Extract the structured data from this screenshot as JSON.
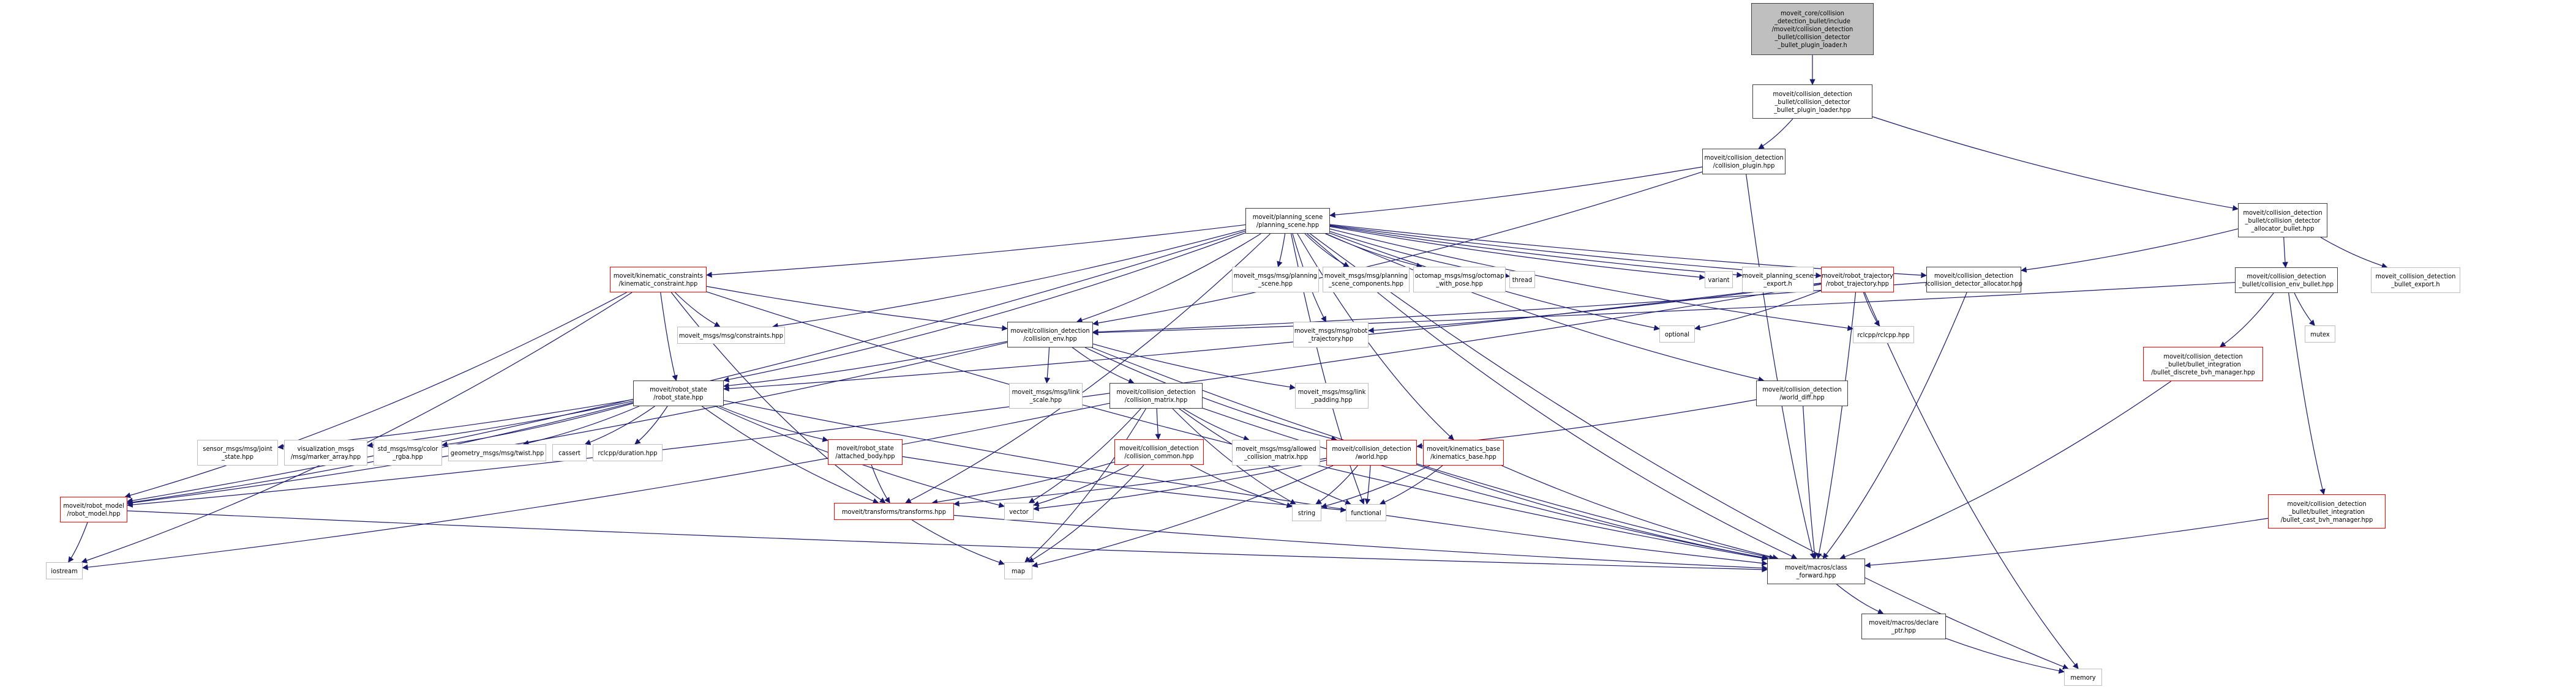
{
  "title": "moveit_core/collision_detection_bullet/include/moveit/collision_detection_bullet/collision_detector_bullet_plugin_loader.h include dependency graph",
  "colors": {
    "edge": "#191970",
    "normal_border": "#404040",
    "external_border": "#bfbfbf",
    "incomplete_border": "#ff0000",
    "root_fill": "#bfbfbf"
  },
  "nodes": [
    {
      "id": "root",
      "label": "moveit_core/collision\n_detection_bullet/include\n/moveit/collision_detection\n_bullet/collision_detector\n_bullet_plugin_loader.h",
      "kind": "root"
    },
    {
      "id": "loader_hpp",
      "label": "moveit/collision_detection\n_bullet/collision_detector\n_bullet_plugin_loader.hpp",
      "kind": "normal"
    },
    {
      "id": "collision_plugin",
      "label": "moveit/collision_detection\n/collision_plugin.hpp",
      "kind": "normal"
    },
    {
      "id": "alloc_bullet",
      "label": "moveit/collision_detection\n_bullet/collision_detector\n_allocator_bullet.hpp",
      "kind": "normal"
    },
    {
      "id": "planning_scene",
      "label": "moveit/planning_scene\n/planning_scene.hpp",
      "kind": "normal"
    },
    {
      "id": "kinematic_constraint",
      "label": "moveit/kinematic_constraints\n/kinematic_constraint.hpp",
      "kind": "red"
    },
    {
      "id": "msg_planning_scene",
      "label": "moveit_msgs/msg/planning\n_scene.hpp",
      "kind": "ext"
    },
    {
      "id": "msg_ps_components",
      "label": "moveit_msgs/msg/planning\n_scene_components.hpp",
      "kind": "ext"
    },
    {
      "id": "octomap",
      "label": "octomap_msgs/msg/octomap\n_with_pose.hpp",
      "kind": "ext"
    },
    {
      "id": "thread",
      "label": "thread",
      "kind": "ext"
    },
    {
      "id": "variant",
      "label": "variant",
      "kind": "ext"
    },
    {
      "id": "ps_export",
      "label": "moveit_planning_scene\n_export.h",
      "kind": "ext"
    },
    {
      "id": "robot_trajectory",
      "label": "moveit/robot_trajectory\n/robot_trajectory.hpp",
      "kind": "red"
    },
    {
      "id": "detector_allocator",
      "label": "moveit/collision_detection\n/collision_detector_allocator.hpp",
      "kind": "normal"
    },
    {
      "id": "env_bullet",
      "label": "moveit/collision_detection\n_bullet/collision_env_bullet.hpp",
      "kind": "normal"
    },
    {
      "id": "bullet_export",
      "label": "moveit_collision_detection\n_bullet_export.h",
      "kind": "ext"
    },
    {
      "id": "mutex",
      "label": "mutex",
      "kind": "ext"
    },
    {
      "id": "constraints",
      "label": "moveit_msgs/msg/constraints.hpp",
      "kind": "ext"
    },
    {
      "id": "collision_env",
      "label": "moveit/collision_detection\n/collision_env.hpp",
      "kind": "normal"
    },
    {
      "id": "msg_robot_traj",
      "label": "moveit_msgs/msg/robot\n_trajectory.hpp",
      "kind": "ext"
    },
    {
      "id": "optional",
      "label": "optional",
      "kind": "ext"
    },
    {
      "id": "rclcpp",
      "label": "rclcpp/rclcpp.hpp",
      "kind": "ext"
    },
    {
      "id": "robot_state",
      "label": "moveit/robot_state\n/robot_state.hpp",
      "kind": "normal"
    },
    {
      "id": "link_scale",
      "label": "moveit_msgs/msg/link\n_scale.hpp",
      "kind": "ext"
    },
    {
      "id": "collision_matrix",
      "label": "moveit/collision_detection\n/collision_matrix.hpp",
      "kind": "normal"
    },
    {
      "id": "link_padding",
      "label": "moveit_msgs/msg/link\n_padding.hpp",
      "kind": "ext"
    },
    {
      "id": "world_diff",
      "label": "moveit/collision_detection\n/world_diff.hpp",
      "kind": "normal"
    },
    {
      "id": "discrete_bvh",
      "label": "moveit/collision_detection\n_bullet/bullet_integration\n/bullet_discrete_bvh_manager.hpp",
      "kind": "red"
    },
    {
      "id": "joint_state",
      "label": "sensor_msgs/msg/joint\n_state.hpp",
      "kind": "ext"
    },
    {
      "id": "marker_array",
      "label": "visualization_msgs\n/msg/marker_array.hpp",
      "kind": "ext"
    },
    {
      "id": "color_rgba",
      "label": "std_msgs/msg/color\n_rgba.hpp",
      "kind": "ext"
    },
    {
      "id": "twist",
      "label": "geometry_msgs/msg/twist.hpp",
      "kind": "ext"
    },
    {
      "id": "cassert",
      "label": "cassert",
      "kind": "ext"
    },
    {
      "id": "duration",
      "label": "rclcpp/duration.hpp",
      "kind": "ext"
    },
    {
      "id": "attached_body",
      "label": "moveit/robot_state\n/attached_body.hpp",
      "kind": "red"
    },
    {
      "id": "collision_common",
      "label": "moveit/collision_detection\n/collision_common.hpp",
      "kind": "red"
    },
    {
      "id": "allowed_cm",
      "label": "moveit_msgs/msg/allowed\n_collision_matrix.hpp",
      "kind": "ext"
    },
    {
      "id": "world",
      "label": "moveit/collision_detection\n/world.hpp",
      "kind": "red"
    },
    {
      "id": "kinematics_base",
      "label": "moveit/kinematics_base\n/kinematics_base.hpp",
      "kind": "red"
    },
    {
      "id": "robot_model",
      "label": "moveit/robot_model\n/robot_model.hpp",
      "kind": "red"
    },
    {
      "id": "transforms",
      "label": "moveit/transforms/transforms.hpp",
      "kind": "red"
    },
    {
      "id": "vector",
      "label": "vector",
      "kind": "ext"
    },
    {
      "id": "string",
      "label": "string",
      "kind": "ext"
    },
    {
      "id": "functional",
      "label": "functional",
      "kind": "ext"
    },
    {
      "id": "cast_bvh",
      "label": "moveit/collision_detection\n_bullet/bullet_integration\n/bullet_cast_bvh_manager.hpp",
      "kind": "red"
    },
    {
      "id": "iostream",
      "label": "iostream",
      "kind": "ext"
    },
    {
      "id": "map",
      "label": "map",
      "kind": "ext"
    },
    {
      "id": "class_forward",
      "label": "moveit/macros/class\n_forward.hpp",
      "kind": "normal"
    },
    {
      "id": "declare_ptr",
      "label": "moveit/macros/declare\n_ptr.hpp",
      "kind": "normal"
    },
    {
      "id": "memory",
      "label": "memory",
      "kind": "ext"
    }
  ],
  "edges": [
    [
      "root",
      "loader_hpp"
    ],
    [
      "loader_hpp",
      "collision_plugin"
    ],
    [
      "loader_hpp",
      "alloc_bullet"
    ],
    [
      "collision_plugin",
      "planning_scene"
    ],
    [
      "collision_plugin",
      "collision_env"
    ],
    [
      "collision_plugin",
      "class_forward"
    ],
    [
      "alloc_bullet",
      "detector_allocator"
    ],
    [
      "alloc_bullet",
      "env_bullet"
    ],
    [
      "alloc_bullet",
      "bullet_export"
    ],
    [
      "planning_scene",
      "kinematic_constraint"
    ],
    [
      "planning_scene",
      "msg_planning_scene"
    ],
    [
      "planning_scene",
      "msg_ps_components"
    ],
    [
      "planning_scene",
      "octomap"
    ],
    [
      "planning_scene",
      "thread"
    ],
    [
      "planning_scene",
      "variant"
    ],
    [
      "planning_scene",
      "ps_export"
    ],
    [
      "planning_scene",
      "robot_trajectory"
    ],
    [
      "planning_scene",
      "detector_allocator"
    ],
    [
      "planning_scene",
      "constraints"
    ],
    [
      "planning_scene",
      "collision_env"
    ],
    [
      "planning_scene",
      "msg_robot_traj"
    ],
    [
      "planning_scene",
      "optional"
    ],
    [
      "planning_scene",
      "rclcpp"
    ],
    [
      "planning_scene",
      "robot_state"
    ],
    [
      "planning_scene",
      "world_diff"
    ],
    [
      "planning_scene",
      "kinematics_base"
    ],
    [
      "planning_scene",
      "robot_model"
    ],
    [
      "planning_scene",
      "transforms"
    ],
    [
      "planning_scene",
      "functional"
    ],
    [
      "planning_scene",
      "class_forward"
    ],
    [
      "planning_scene",
      "memory"
    ],
    [
      "kinematic_constraint",
      "constraints"
    ],
    [
      "kinematic_constraint",
      "collision_env"
    ],
    [
      "kinematic_constraint",
      "robot_state"
    ],
    [
      "kinematic_constraint",
      "robot_model"
    ],
    [
      "kinematic_constraint",
      "transforms"
    ],
    [
      "kinematic_constraint",
      "iostream"
    ],
    [
      "kinematic_constraint",
      "class_forward"
    ],
    [
      "robot_trajectory",
      "msg_robot_traj"
    ],
    [
      "robot_trajectory",
      "optional"
    ],
    [
      "robot_trajectory",
      "rclcpp"
    ],
    [
      "robot_trajectory",
      "robot_state"
    ],
    [
      "robot_trajectory",
      "robot_model"
    ],
    [
      "robot_trajectory",
      "class_forward"
    ],
    [
      "robot_trajectory",
      "memory"
    ],
    [
      "detector_allocator",
      "collision_env"
    ],
    [
      "detector_allocator",
      "class_forward"
    ],
    [
      "env_bullet",
      "collision_env"
    ],
    [
      "env_bullet",
      "mutex"
    ],
    [
      "env_bullet",
      "discrete_bvh"
    ],
    [
      "env_bullet",
      "cast_bvh"
    ],
    [
      "collision_env",
      "robot_state"
    ],
    [
      "collision_env",
      "link_scale"
    ],
    [
      "collision_env",
      "collision_matrix"
    ],
    [
      "collision_env",
      "link_padding"
    ],
    [
      "collision_env",
      "world"
    ],
    [
      "collision_env",
      "robot_model"
    ],
    [
      "collision_env",
      "class_forward"
    ],
    [
      "robot_state",
      "joint_state"
    ],
    [
      "robot_state",
      "marker_array"
    ],
    [
      "robot_state",
      "color_rgba"
    ],
    [
      "robot_state",
      "twist"
    ],
    [
      "robot_state",
      "cassert"
    ],
    [
      "robot_state",
      "duration"
    ],
    [
      "robot_state",
      "attached_body"
    ],
    [
      "robot_state",
      "robot_model"
    ],
    [
      "robot_state",
      "transforms"
    ],
    [
      "robot_state",
      "vector"
    ],
    [
      "robot_state",
      "class_forward"
    ],
    [
      "attached_body",
      "transforms"
    ],
    [
      "attached_body",
      "functional"
    ],
    [
      "collision_matrix",
      "collision_common"
    ],
    [
      "collision_matrix",
      "allowed_cm"
    ],
    [
      "collision_matrix",
      "string"
    ],
    [
      "collision_matrix",
      "vector"
    ],
    [
      "collision_matrix",
      "map"
    ],
    [
      "collision_matrix",
      "iostream"
    ],
    [
      "collision_matrix",
      "functional"
    ],
    [
      "collision_matrix",
      "class_forward"
    ],
    [
      "collision_common",
      "vector"
    ],
    [
      "collision_common",
      "map"
    ],
    [
      "collision_common",
      "string"
    ],
    [
      "collision_common",
      "transforms"
    ],
    [
      "world_diff",
      "world"
    ],
    [
      "world_diff",
      "class_forward"
    ],
    [
      "world",
      "string"
    ],
    [
      "world",
      "functional"
    ],
    [
      "world",
      "vector"
    ],
    [
      "world",
      "map"
    ],
    [
      "world",
      "transforms"
    ],
    [
      "world",
      "class_forward"
    ],
    [
      "kinematics_base",
      "string"
    ],
    [
      "kinematics_base",
      "functional"
    ],
    [
      "kinematics_base",
      "class_forward"
    ],
    [
      "robot_model",
      "iostream"
    ],
    [
      "robot_model",
      "class_forward"
    ],
    [
      "transforms",
      "map"
    ],
    [
      "transforms",
      "class_forward"
    ],
    [
      "discrete_bvh",
      "class_forward"
    ],
    [
      "cast_bvh",
      "class_forward"
    ],
    [
      "class_forward",
      "declare_ptr"
    ],
    [
      "declare_ptr",
      "memory"
    ]
  ]
}
